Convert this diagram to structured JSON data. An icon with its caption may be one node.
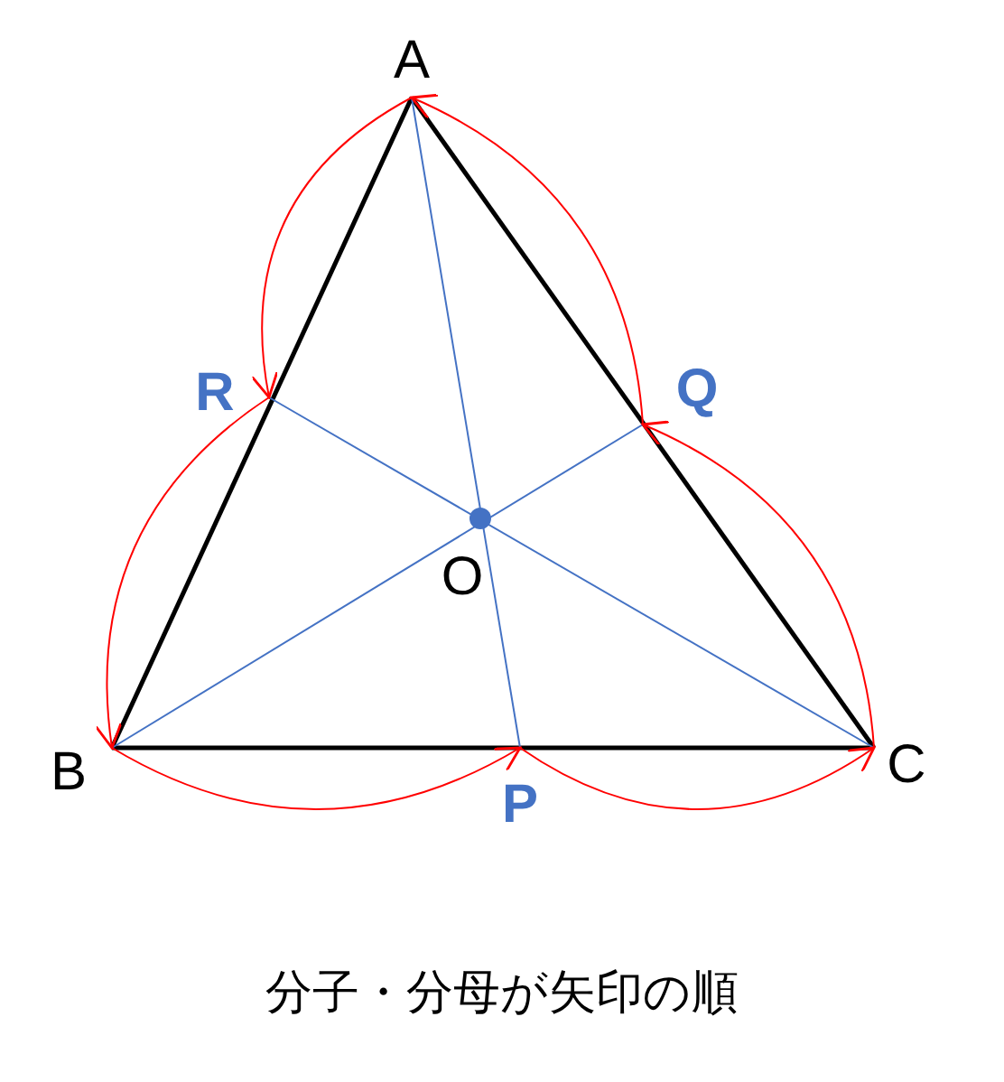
{
  "diagram": {
    "caption": "分子・分母が矢印の順",
    "nodes": [
      {
        "text": [
          "A"
        ]
      },
      {
        "text": [
          "B"
        ]
      },
      {
        "text": [
          "C"
        ]
      },
      {
        "text": [
          "P"
        ]
      },
      {
        "text": [
          "Q"
        ]
      },
      {
        "text": [
          "R"
        ]
      },
      {
        "text": [
          "O"
        ]
      }
    ],
    "edges": [
      {
        "from": 0,
        "to": 1,
        "arrow": "none",
        "style": "thick",
        "color": "#000000"
      },
      {
        "from": 1,
        "to": 2,
        "arrow": "none",
        "style": "thick",
        "color": "#000000"
      },
      {
        "from": 2,
        "to": 0,
        "arrow": "none",
        "style": "thick",
        "color": "#000000"
      },
      {
        "from": 0,
        "to": 3,
        "arrow": "none",
        "color": "#4472c4"
      },
      {
        "from": 1,
        "to": 4,
        "arrow": "none",
        "color": "#4472c4"
      },
      {
        "from": 2,
        "to": 5,
        "arrow": "none",
        "color": "#4472c4"
      },
      {
        "from": 1,
        "to": 3,
        "arrow": "to",
        "color": "#ff0000"
      },
      {
        "from": 3,
        "to": 2,
        "arrow": "to",
        "color": "#ff0000"
      },
      {
        "from": 2,
        "to": 4,
        "arrow": "to",
        "color": "#ff0000"
      },
      {
        "from": 4,
        "to": 0,
        "arrow": "to",
        "color": "#ff0000"
      },
      {
        "from": 0,
        "to": 5,
        "arrow": "to",
        "color": "#ff0000"
      },
      {
        "from": 5,
        "to": 1,
        "arrow": "to",
        "color": "#ff0000"
      }
    ]
  }
}
